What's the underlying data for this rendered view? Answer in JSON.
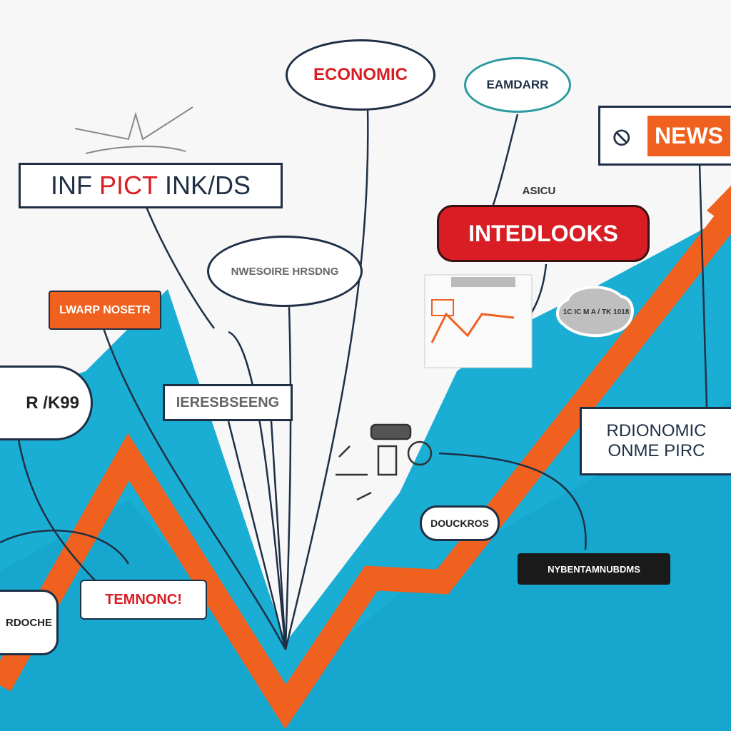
{
  "colors": {
    "blue": "#1aaed4",
    "orange": "#f0601e",
    "red": "#d81e24",
    "navy": "#1f2f45",
    "teal": "#2a9aa0"
  },
  "labels": {
    "economic": "ECONOMIC",
    "eamdarr": "EAMDARR",
    "news": "NEWS",
    "title_a": "INF ",
    "title_b": "PICT",
    "title_c": " INK/DS",
    "asicu": "ASICU",
    "intedlooks": "INTEDLOOKS",
    "nwesoire": "NWESOIRE HRSDNG",
    "lwarpnoser": "LWARP NOSETR",
    "cloud": "1C IC M A / TK 1018",
    "rk99": "R /K99",
    "lerebseen": "IERESBSEENG",
    "rdinomic_1": "RDIONOMIC",
    "rdinomic_2": "ONME PIRC",
    "douckros": "DOUCKROS",
    "nybentam": "NYBENTAMNUBDMS",
    "temnonc": "TEMNONC!",
    "rdoche": "RDOCHE"
  }
}
